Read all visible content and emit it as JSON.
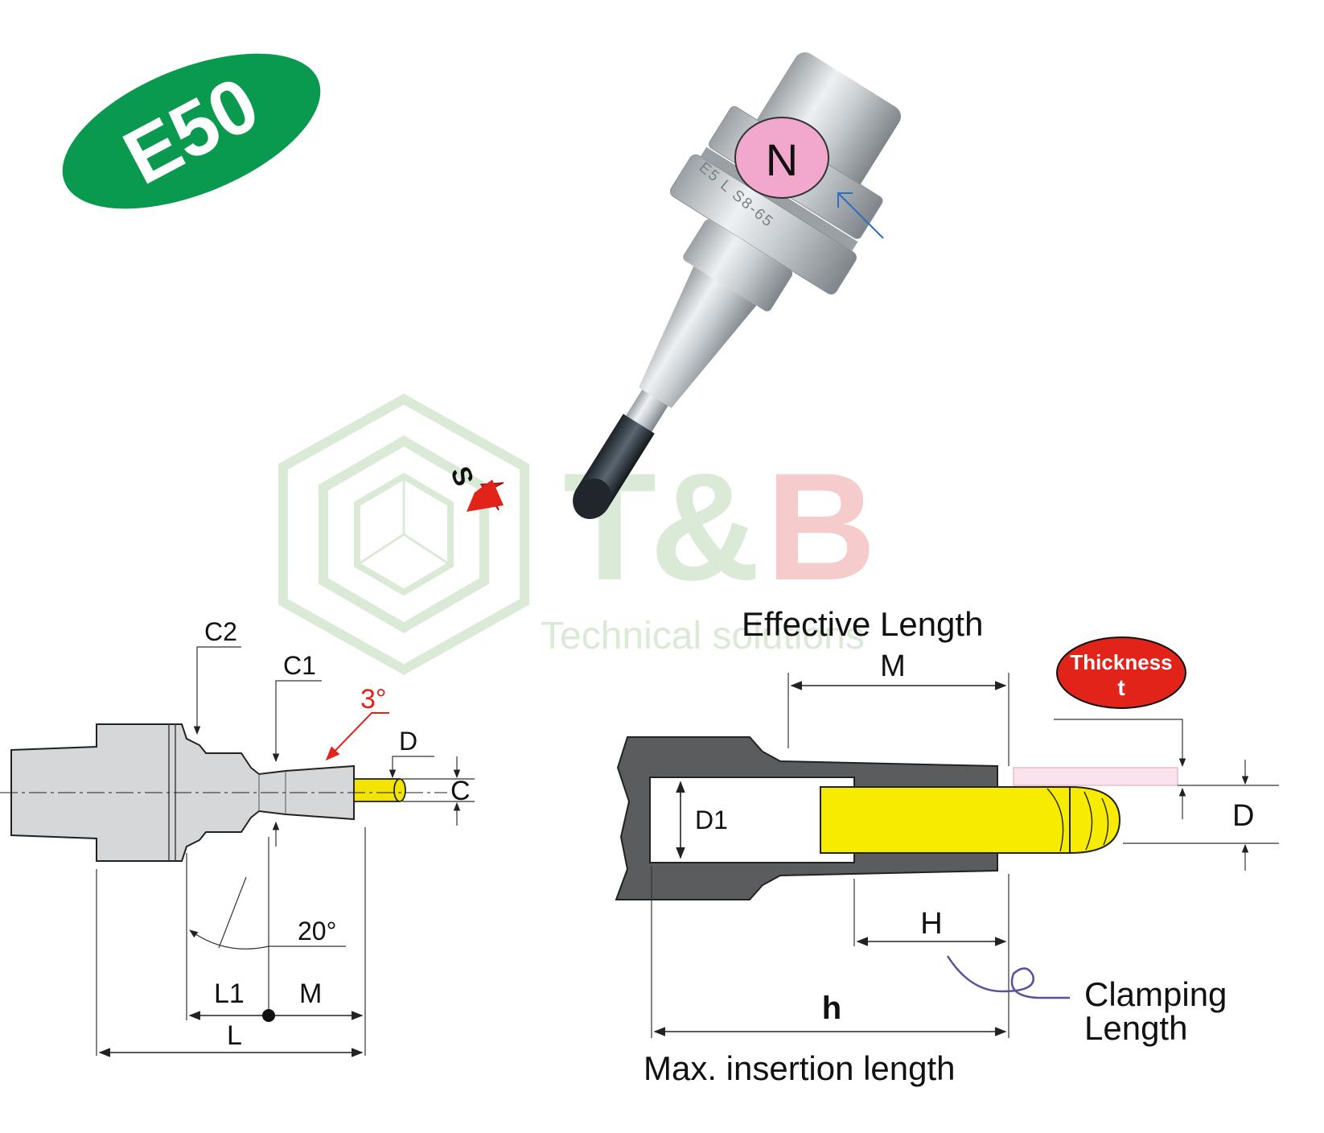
{
  "badge": {
    "text": "E50",
    "color": "#0a9a4f"
  },
  "product_photo": {
    "n_marker": "N",
    "s_marker": "S",
    "engraving": "E5 L S8-65",
    "n_marker_color": "#f2a8cc",
    "s_arrow_color": "#e2231a",
    "pointer_arrow_color": "#2a6fc0"
  },
  "watermark": {
    "brand_t": "T",
    "brand_amp": "&",
    "brand_b": "B",
    "tagline": "Technical solutions",
    "green": "#dbe9d7",
    "pink": "#f6cbcb"
  },
  "left_drawing": {
    "labels": {
      "c2": "C2",
      "c1": "C1",
      "angle3": "3°",
      "d": "D",
      "c": "C",
      "angle20": "20°",
      "l1": "L1",
      "m": "M",
      "l": "L"
    },
    "body_color": "#d6d7d9",
    "tool_color": "#f2e400",
    "angle3_color": "#e2231a"
  },
  "right_drawing": {
    "labels": {
      "effective_length": "Effective Length",
      "m": "M",
      "d1": "D1",
      "d": "D",
      "h_upper": "H",
      "h_lower": "h",
      "clamping_length_line1": "Clamping",
      "clamping_length_line2": "Length",
      "max_insertion": "Max. insertion length",
      "thickness": "Thickness",
      "thickness_symbol": "t"
    },
    "holder_color": "#5b5c5e",
    "tool_color": "#f7ec00",
    "thickness_badge_color": "#e2231a",
    "clamping_curve_color": "#5a4fa0"
  }
}
